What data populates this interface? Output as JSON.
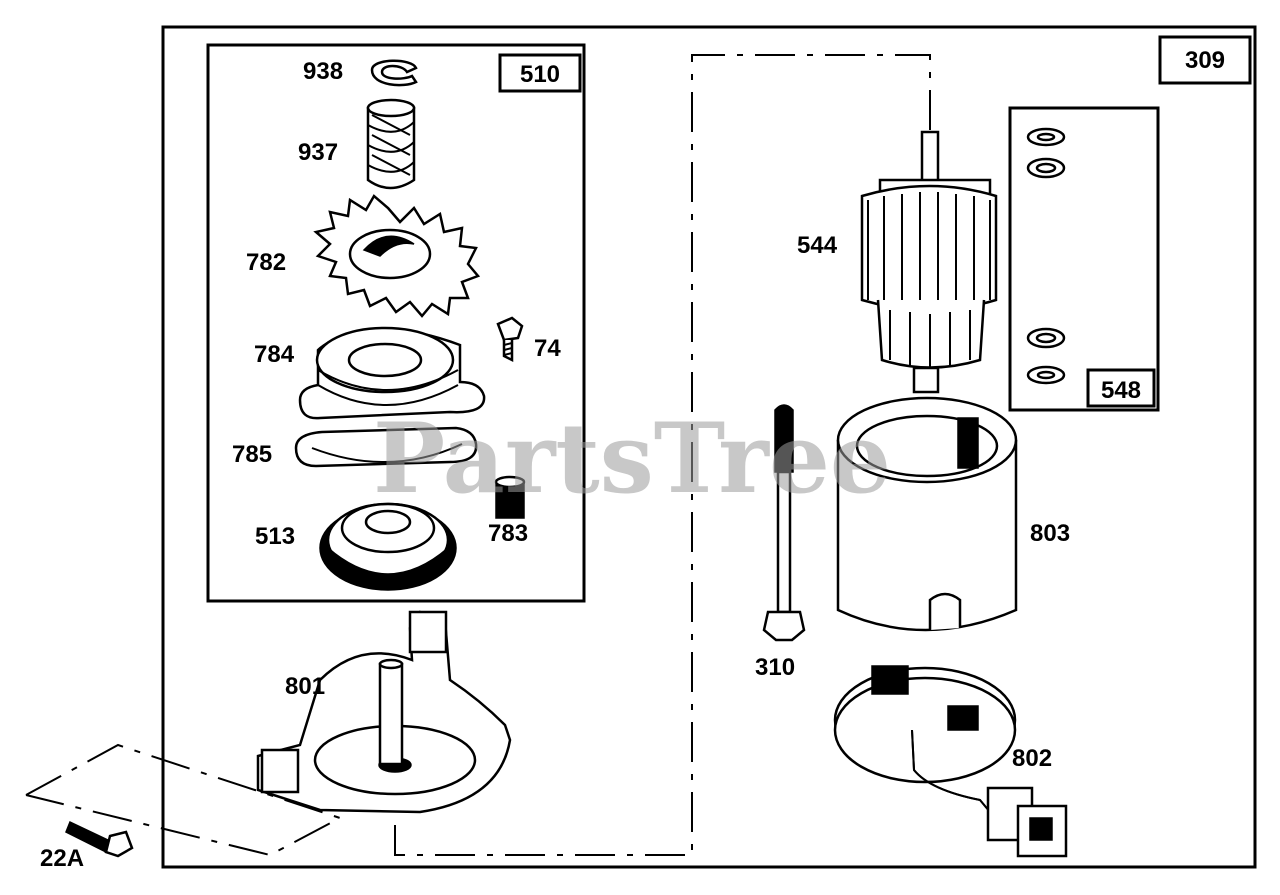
{
  "assemblies": {
    "outer": "309",
    "drive": "510",
    "washers": "548"
  },
  "parts": {
    "p938": "938",
    "p937": "937",
    "p782": "782",
    "p784": "784",
    "p74": "74",
    "p785": "785",
    "p513": "513",
    "p783": "783",
    "p801": "801",
    "p22A": "22A",
    "p544": "544",
    "p310": "310",
    "p803": "803",
    "p802": "802"
  },
  "watermark": "PartsTree"
}
